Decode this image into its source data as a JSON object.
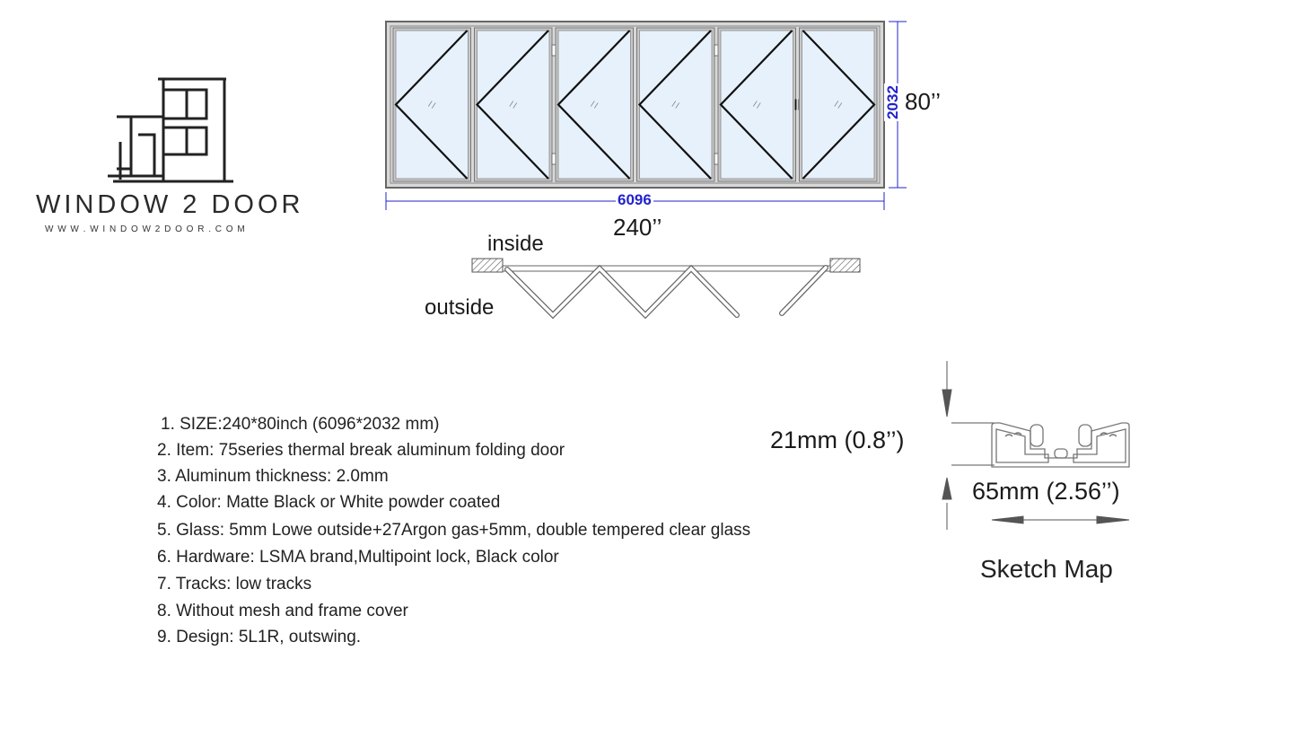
{
  "logo": {
    "brand": "WINDOW 2 DOOR",
    "website": "W W W . W I N D O W 2 D O O R . C O M"
  },
  "elevation": {
    "width_mm": "6096",
    "height_mm": "2032",
    "width_in": "240’’",
    "height_in": "80’’",
    "panel_count": 6
  },
  "plan": {
    "inside_label": "inside",
    "outside_label": "outside"
  },
  "specs": [
    "1. SIZE:240*80inch (6096*2032 mm)",
    "2. Item: 75series thermal break aluminum folding door",
    "3. Aluminum thickness: 2.0mm",
    "4. Color:  Matte Black or White powder coated",
    "5. Glass: 5mm Lowe outside+27Argon gas+5mm, double tempered clear glass",
    "6. Hardware: LSMA brand,Multipoint lock, Black color",
    "7. Tracks: low tracks",
    "8. Without mesh and frame cover",
    "9. Design: 5L1R, outswing."
  ],
  "profile": {
    "height_label": "21mm (0.8’’)",
    "width_label": "65mm (2.56’’)",
    "caption": "Sketch Map"
  },
  "colors": {
    "dimension": "#2222cc",
    "glass": "#e6f1fb",
    "frame": "#9a9a9a"
  }
}
